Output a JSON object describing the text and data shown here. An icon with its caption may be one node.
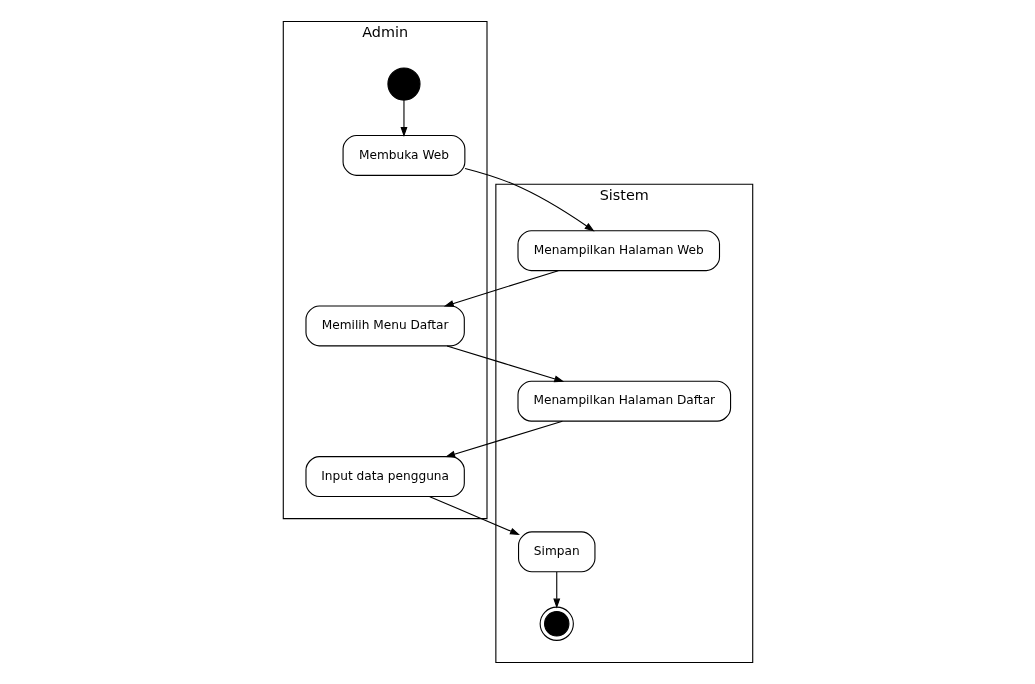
{
  "diagram": {
    "nodes": [
      {
        "text": [
          "Admin"
        ]
      },
      {
        "text": [
          "Sistem"
        ]
      },
      {
        "text": [],
        "shape": "circle",
        "in": 0
      },
      {
        "text": [
          "Membuka Web"
        ],
        "in": 0
      },
      {
        "text": [
          "Menampilkan Halaman Web"
        ],
        "in": 1
      },
      {
        "text": [
          "Memilih Menu Daftar"
        ],
        "in": 0
      },
      {
        "text": [
          "Menampilkan Halaman Daftar"
        ],
        "in": 1
      },
      {
        "text": [
          "Input data pengguna"
        ],
        "in": 0
      },
      {
        "text": [
          "Simpan"
        ],
        "in": 1
      },
      {
        "text": [],
        "shape": "circle",
        "in": 1
      }
    ],
    "edges": [
      {
        "from": 2,
        "to": 3,
        "arrow": "to"
      },
      {
        "from": 3,
        "to": 4,
        "arrow": "to"
      },
      {
        "from": 4,
        "to": 5,
        "arrow": "to"
      },
      {
        "from": 5,
        "to": 6,
        "arrow": "to"
      },
      {
        "from": 6,
        "to": 7,
        "arrow": "to"
      },
      {
        "from": 7,
        "to": 8,
        "arrow": "to"
      },
      {
        "from": 8,
        "to": 9,
        "arrow": "to"
      }
    ]
  }
}
